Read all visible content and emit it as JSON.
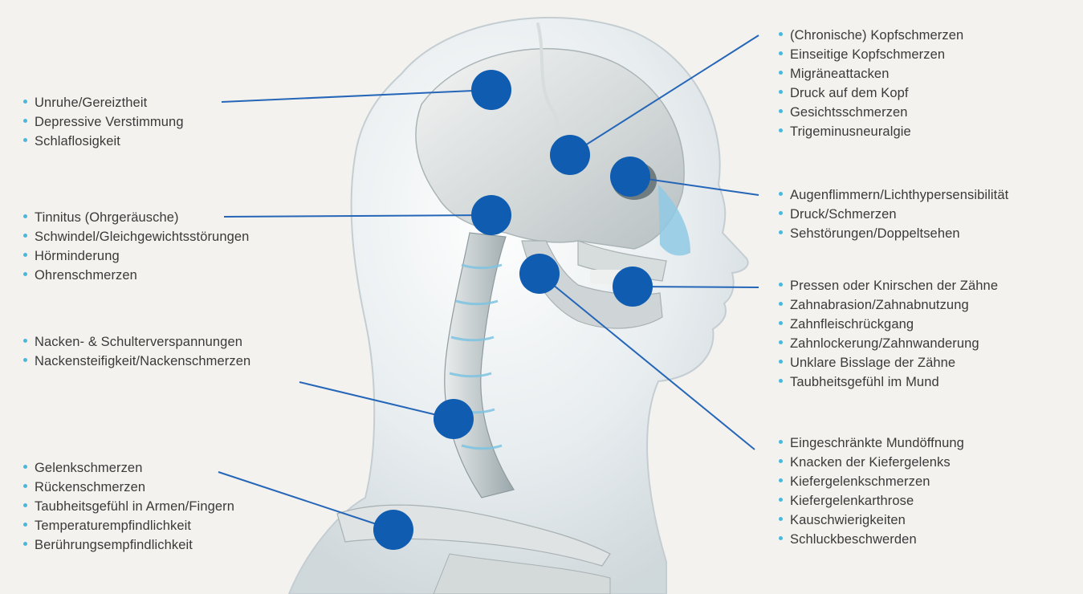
{
  "colors": {
    "background": "#f3f2ee",
    "marker": "#0f5cb0",
    "connector": "#2566b8",
    "bullet": "#49b8dd",
    "text": "#3a3a3a"
  },
  "groups": {
    "psyche": [
      "Unruhe/Gereiztheit",
      "Depressive Verstimmung",
      "Schlaflosigkeit"
    ],
    "ear": [
      "Tinnitus (Ohrgeräusche)",
      "Schwindel/Gleichgewichtsstörungen",
      "Hörminderung",
      "Ohrenschmerzen"
    ],
    "neck": [
      "Nacken- & Schulterverspannungen",
      "Nackensteifigkeit/Nackenschmerzen"
    ],
    "body": [
      "Gelenkschmerzen",
      "Rückenschmerzen",
      "Taubheitsgefühl in Armen/Fingern",
      "Temperaturempfindlichkeit",
      "Berührungsempfindlichkeit"
    ],
    "head": [
      "(Chronische) Kopfschmerzen",
      "Einseitige Kopfschmerzen",
      "Migräneattacken",
      "Druck auf dem Kopf",
      "Gesichtsschmerzen",
      "Trigeminusneuralgie"
    ],
    "eye": [
      "Augenflimmern/Lichthypersensibilität",
      "Druck/Schmerzen",
      "Sehstörungen/Doppeltsehen"
    ],
    "teeth": [
      "Pressen oder Knirschen der Zähne",
      "Zahnabrasion/Zahnabnutzung",
      "Zahnfleischrückgang",
      "Zahnlockerung/Zahnwanderung",
      "Unklare Bisslage der Zähne",
      "Taubheitsgefühl im Mund"
    ],
    "jaw": [
      "Eingeschränkte Mundöffnung",
      "Knacken der Kiefergelenks",
      "Kiefergelenkschmerzen",
      "Kiefergelenkarthrose",
      "Kauschwierigkeiten",
      "Schluckbeschwerden"
    ]
  }
}
